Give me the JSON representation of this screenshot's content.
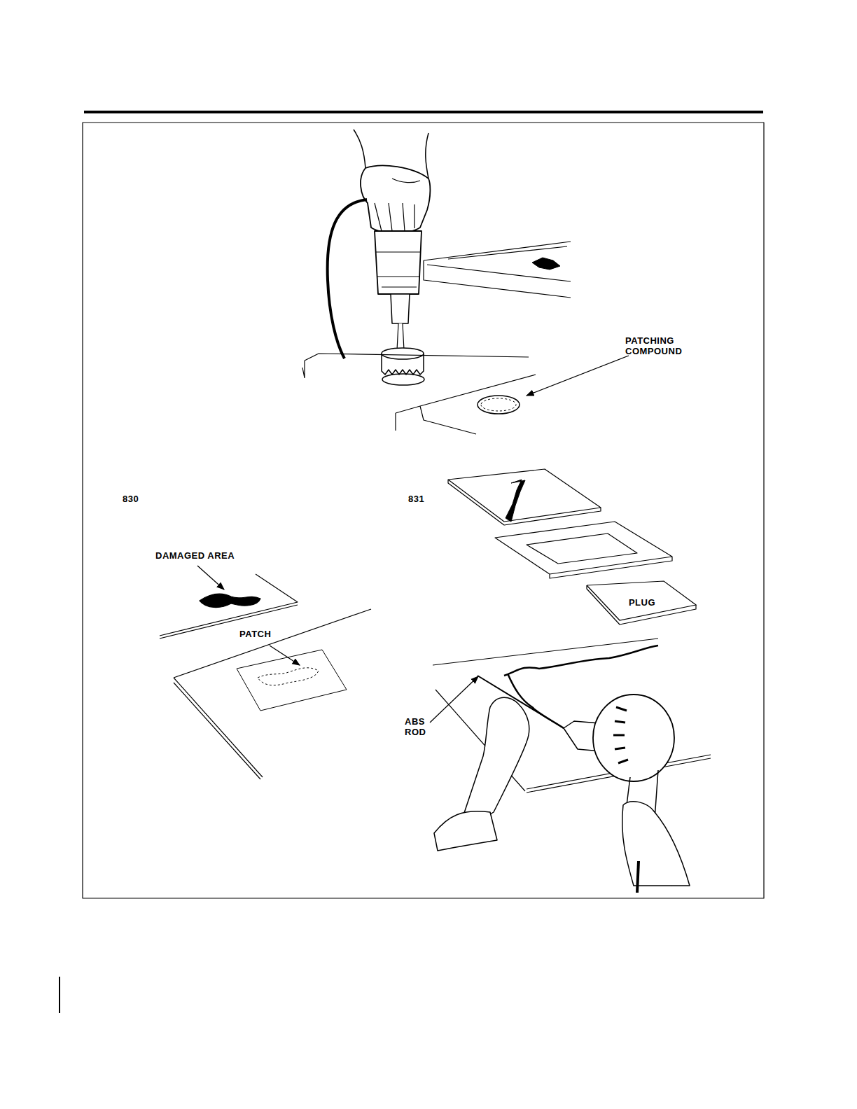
{
  "diagram": {
    "nodes": [
      {
        "text": [
          "PLUG"
        ]
      }
    ],
    "edges": [],
    "labels": [
      "PATCHING COMPOUND",
      "830",
      "831",
      "DAMAGED AREA",
      "PATCH",
      "ABS ROD"
    ]
  }
}
